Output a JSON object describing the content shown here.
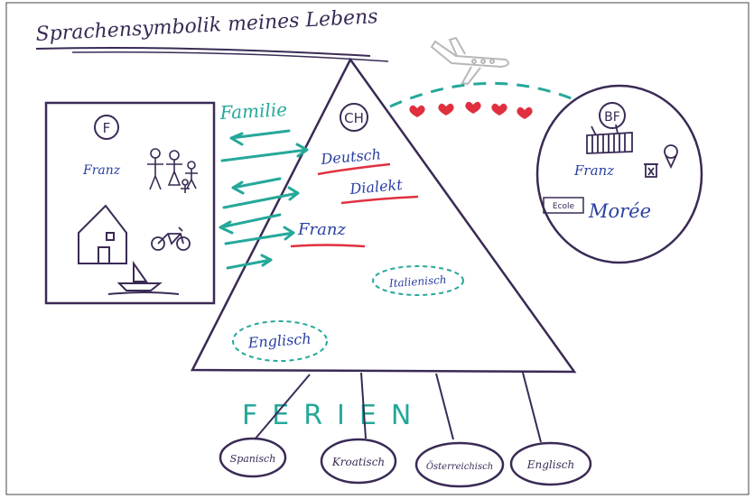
{
  "title": "Sprachensymbolik meines Lebens",
  "left_panel": {
    "flag": "F",
    "language": "Franz"
  },
  "arrows_label": "Familie",
  "pyramid": {
    "top_label": "CH",
    "languages": [
      "Deutsch",
      "Dialekt",
      "Franz",
      "Italienisch",
      "Englisch"
    ]
  },
  "right_bubble": {
    "flag": "BF",
    "language": "Franz",
    "school_sign": "Ecole",
    "school_name": "Morée"
  },
  "holidays": {
    "label": "FERIEN",
    "languages": [
      "Spanisch",
      "Kroatisch",
      "Österreichisch",
      "Englisch"
    ]
  },
  "colors": {
    "ink": "#3a2a55",
    "blue": "#2a3fa0",
    "teal": "#25a89a",
    "red": "#e03040",
    "gray": "#b8b8b8"
  }
}
